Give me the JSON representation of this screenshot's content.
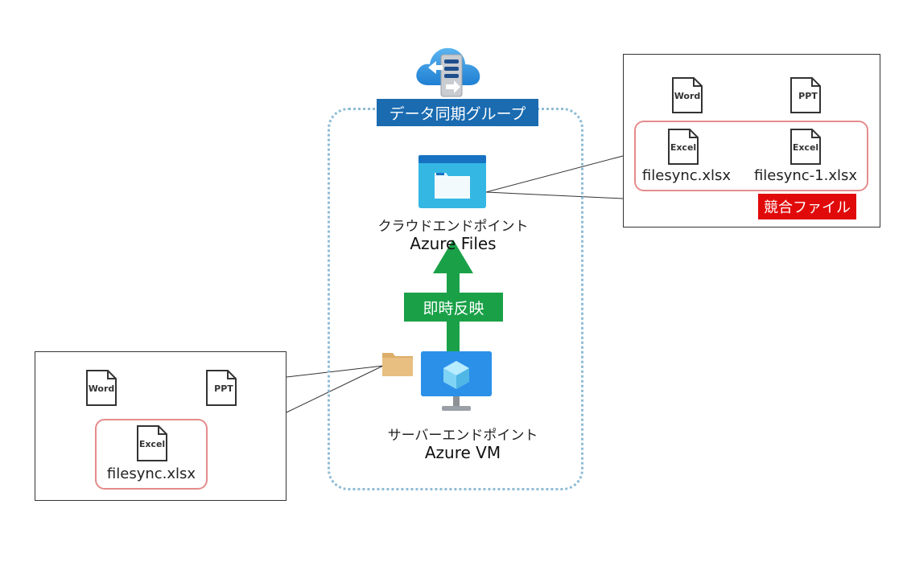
{
  "group_label": "データ同期グループ",
  "cloud_endpoint": {
    "label": "クラウドエンドポイント",
    "name": "Azure Files"
  },
  "server_endpoint": {
    "label": "サーバーエンドポイント",
    "name": "Azure VM"
  },
  "sync_label": "即時反映",
  "server_files": {
    "word": "Word",
    "ppt": "PPT",
    "excel": "Excel",
    "excel_filename": "filesync.xlsx"
  },
  "cloud_files": {
    "word": "Word",
    "ppt": "PPT",
    "excel1": "Excel",
    "excel1_filename": "filesync.xlsx",
    "excel2": "Excel",
    "excel2_filename": "filesync-1.xlsx",
    "conflict_label": "競合ファイル"
  },
  "colors": {
    "group_label_bg": "#1a6bb0",
    "sync_arrow": "#1aa148",
    "conflict_badge": "#e10a0a",
    "conflict_border": "#e58b8b",
    "group_border": "#8fbcd6"
  },
  "icons": [
    "storage-sync-cloud-icon",
    "azure-files-icon",
    "azure-vm-icon",
    "folder-icon",
    "word-doc-icon",
    "ppt-doc-icon",
    "excel-doc-icon"
  ]
}
